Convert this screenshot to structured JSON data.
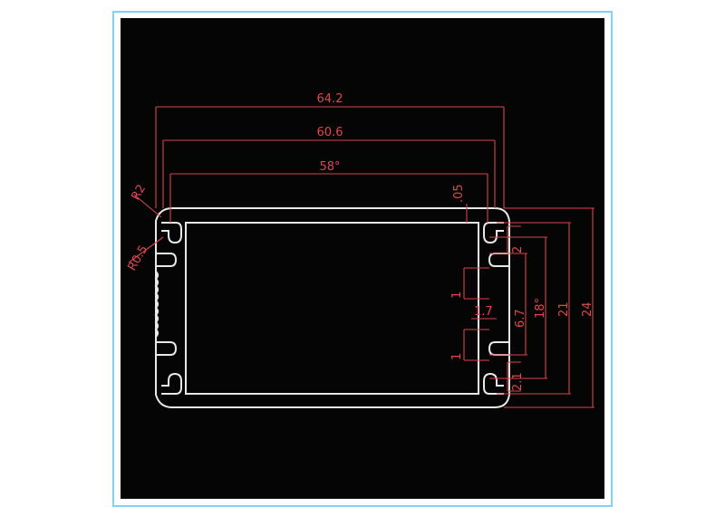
{
  "drawing": {
    "colors": {
      "background": "#050505",
      "outline": "#e8e8e8",
      "dimensions": "#e0474f",
      "frame": "#7fd3ef"
    },
    "top_dimensions": {
      "overall_width": "64.2",
      "inner_width": "60.6",
      "cavity_width": "58°"
    },
    "left_labels": {
      "radius_label": "R2",
      "fillet_label": "R0.5"
    },
    "small_dimensions": {
      "slot_depth": ".05",
      "rib_spacing": "2",
      "rib_thickness_upper": "1",
      "rib_gap": "1.7",
      "rib_thickness_lower": "1",
      "slot_width": "2.1"
    },
    "right_dimensions": {
      "inner_pitch": "6.7",
      "inner_height": "18°",
      "mid_height": "21",
      "overall_height": "24"
    }
  }
}
